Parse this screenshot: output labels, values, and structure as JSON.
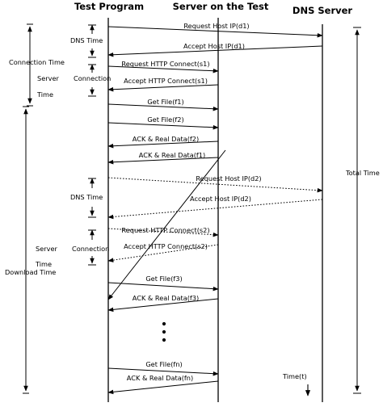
{
  "headers": {
    "test_program": "Test Program",
    "server": "Server on the Test",
    "dns": "DNS Server"
  },
  "messages": [
    {
      "id": "m1",
      "label": "Request Host IP(d1)"
    },
    {
      "id": "m2",
      "label": "Accept Host IP(d1)"
    },
    {
      "id": "m3",
      "label": "Request HTTP Connect(s1)"
    },
    {
      "id": "m4",
      "label": "Accept HTTP Connect(s1)"
    },
    {
      "id": "m5",
      "label": "Get File(f1)"
    },
    {
      "id": "m6",
      "label": "Get File(f2)"
    },
    {
      "id": "m7",
      "label": "ACK & Real Data(f2)"
    },
    {
      "id": "m8",
      "label": "ACK & Real Data(f1)"
    },
    {
      "id": "m9",
      "label": "Request Host IP(d2)"
    },
    {
      "id": "m10",
      "label": "Accept Host IP(d2)"
    },
    {
      "id": "m11",
      "label": "Request HTTP Connect(s2)"
    },
    {
      "id": "m12",
      "label": "Accept HTTP Connect(s2)"
    },
    {
      "id": "m13",
      "label": "Get File(f3)"
    },
    {
      "id": "m14",
      "label": "ACK & Real Data(f3)"
    },
    {
      "id": "m15",
      "label": "Get File(fn)"
    },
    {
      "id": "m16",
      "label": "ACK & Real Data(fn)"
    }
  ],
  "labels": {
    "dns_time_1": "DNS Time",
    "connection_time": "Connection Time",
    "server_1": "Server",
    "connection_1": "Connection",
    "time_1": "Time",
    "dns_time_2": "DNS Time",
    "server_2": "Server",
    "connection_2": "Connection",
    "time_2": "Time",
    "download_time": "Download Time",
    "total_time": "Total Time",
    "time_axis": "Time(t)"
  }
}
